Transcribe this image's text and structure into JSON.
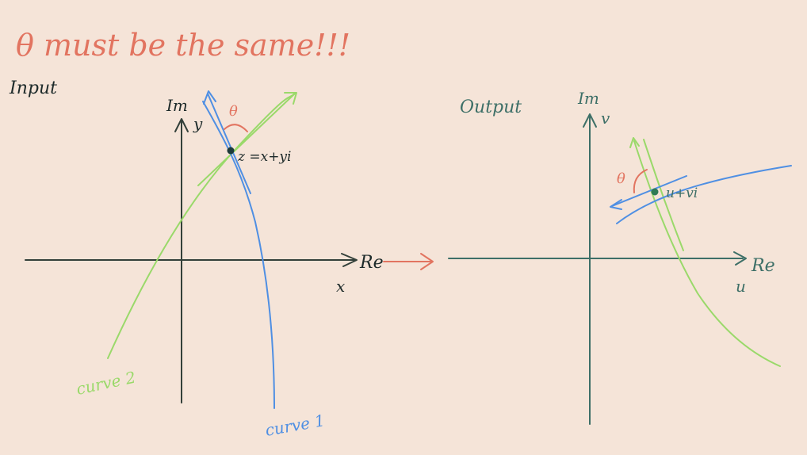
{
  "title": "θ must be the same!!!",
  "colors": {
    "background": "#f5e4d8",
    "title": "#e27460",
    "angle": "#e27460",
    "arrow_between": "#e27460",
    "axes_input": "#33403a",
    "axes_output": "#3d6f67",
    "curve_blue": "#4f8fe3",
    "curve_green": "#9ad96a",
    "ink_dark": "#1d2a2a",
    "ink_teal": "#3d6f67"
  },
  "input": {
    "label": "Input",
    "axis_im": "Im",
    "axis_y": "y",
    "axis_re": "Re",
    "axis_x": "x",
    "point_label": "z =x+yi",
    "angle_symbol": "θ",
    "curve1_label": "curve 1",
    "curve2_label": "curve 2"
  },
  "output": {
    "label": "Output",
    "axis_im": "Im",
    "axis_v": "v",
    "axis_re": "Re",
    "axis_u": "u",
    "point_label": "u+vi",
    "angle_symbol": "θ"
  }
}
